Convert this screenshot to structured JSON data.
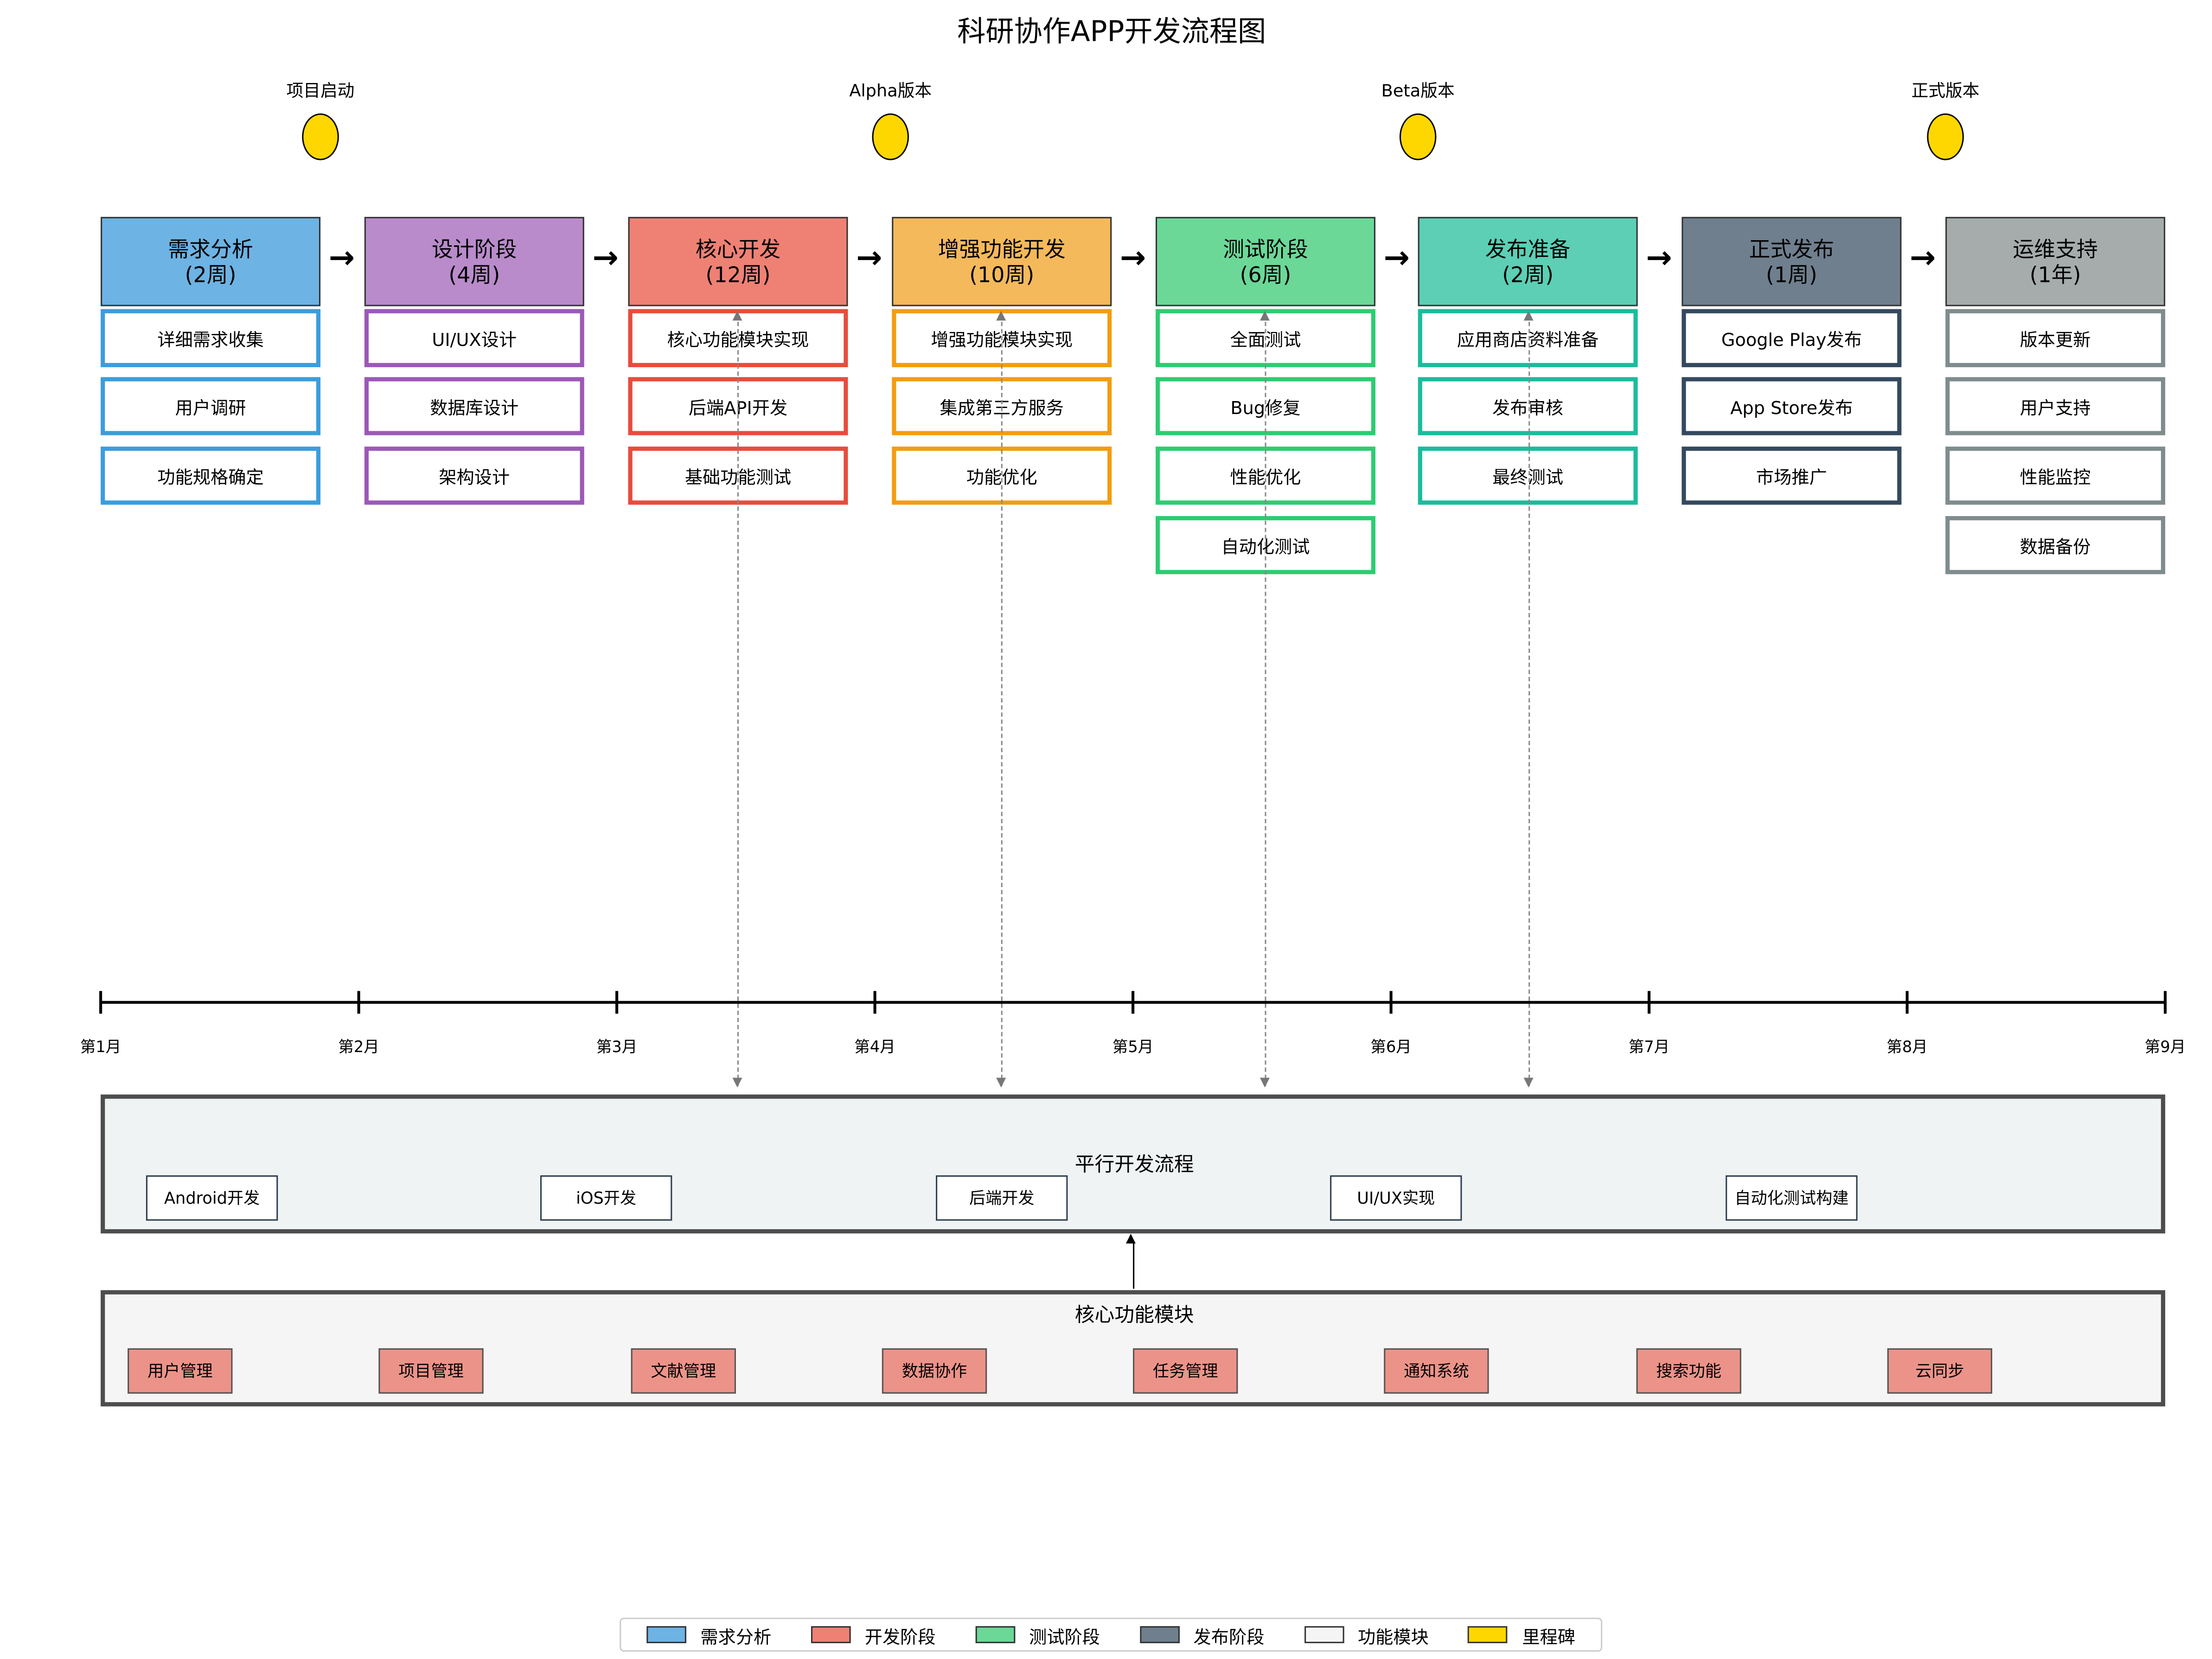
{
  "title": "科研协作APP开发流程图",
  "milestones": [
    {
      "label": "项目启动"
    },
    {
      "label": "Alpha版本"
    },
    {
      "label": "Beta版本"
    },
    {
      "label": "正式版本"
    }
  ],
  "phases": [
    {
      "name": "需求分析",
      "duration": "(2周)",
      "fill": "#6db3e3",
      "border": "#3c9ddb",
      "tasks": [
        "详细需求收集",
        "用户调研",
        "功能规格确定"
      ]
    },
    {
      "name": "设计阶段",
      "duration": "(4周)",
      "fill": "#b98bcb",
      "border": "#9b59b6",
      "tasks": [
        "UI/UX设计",
        "数据库设计",
        "架构设计"
      ]
    },
    {
      "name": "核心开发",
      "duration": "(12周)",
      "fill": "#ee8174",
      "border": "#e74c3c",
      "tasks": [
        "核心功能模块实现",
        "后端API开发",
        "基础功能测试"
      ]
    },
    {
      "name": "增强功能开发",
      "duration": "(10周)",
      "fill": "#f4b95b",
      "border": "#f39c12",
      "tasks": [
        "增强功能模块实现",
        "集成第三方服务",
        "功能优化"
      ]
    },
    {
      "name": "测试阶段",
      "duration": "(6周)",
      "fill": "#6bd898",
      "border": "#2ecc71",
      "tasks": [
        "全面测试",
        "Bug修复",
        "性能优化",
        "自动化测试"
      ]
    },
    {
      "name": "发布准备",
      "duration": "(2周)",
      "fill": "#5ccfb5",
      "border": "#1abc9c",
      "tasks": [
        "应用商店资料准备",
        "发布审核",
        "最终测试"
      ]
    },
    {
      "name": "正式发布",
      "duration": "(1周)",
      "fill": "#6f7f8e",
      "border": "#34495e",
      "tasks": [
        "Google Play发布",
        "App Store发布",
        "市场推广"
      ]
    },
    {
      "name": "运维支持",
      "duration": "(1年)",
      "fill": "#a6acac",
      "border": "#7f8c8d",
      "tasks": [
        "版本更新",
        "用户支持",
        "性能监控",
        "数据备份"
      ]
    }
  ],
  "timeline": [
    "第1月",
    "第2月",
    "第3月",
    "第4月",
    "第5月",
    "第6月",
    "第7月",
    "第8月",
    "第9月"
  ],
  "parallel": {
    "title": "平行开发流程",
    "items": [
      "Android开发",
      "iOS开发",
      "后端开发",
      "UI/UX实现",
      "自动化测试构建"
    ]
  },
  "core": {
    "title": "核心功能模块",
    "items": [
      "用户管理",
      "项目管理",
      "文献管理",
      "数据协作",
      "任务管理",
      "通知系统",
      "搜索功能",
      "云同步"
    ]
  },
  "legend": [
    {
      "label": "需求分析",
      "color": "#6db3e3"
    },
    {
      "label": "开发阶段",
      "color": "#ee8174"
    },
    {
      "label": "测试阶段",
      "color": "#6bd898"
    },
    {
      "label": "发布阶段",
      "color": "#6f7f8e"
    },
    {
      "label": "功能模块",
      "color": "#f5f5f5"
    },
    {
      "label": "里程碑",
      "color": "#ffd700"
    }
  ]
}
